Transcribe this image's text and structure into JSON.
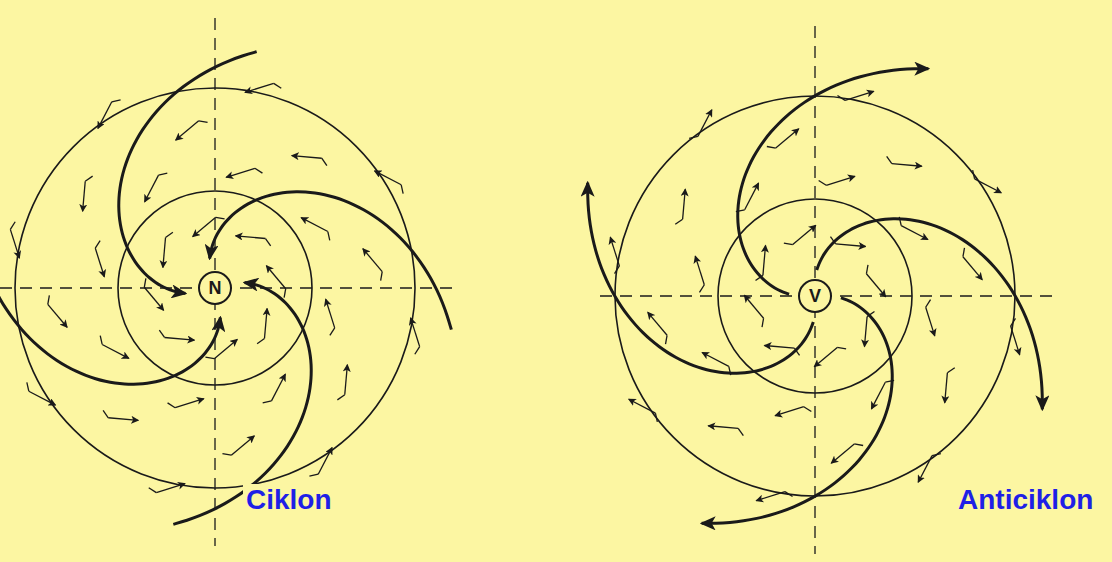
{
  "diagram": {
    "nodes": [
      {
        "text": [
          "N"
        ]
      },
      {
        "text": [
          "V"
        ]
      }
    ],
    "labels": [
      "Ciklon",
      "Anticiklon"
    ]
  }
}
